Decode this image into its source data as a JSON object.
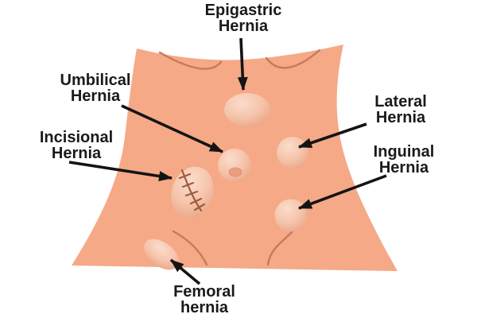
{
  "figure": {
    "colors": {
      "background": "#FFFFFF",
      "skin": "#F5A986",
      "crease": "#C7795C",
      "bumpHi": "#FBDCCB",
      "bumpMid": "#F5C5AC",
      "bumpLow": "#EDAD90",
      "bumpEdge": "#E29478",
      "navel": "#EA9D7F",
      "scar": "#9C5C42",
      "arrow": "#141414",
      "text": "#1A1A1A"
    },
    "labels": [
      {
        "id": "epigastric",
        "line1": "Epigastric",
        "line2": "Hernia"
      },
      {
        "id": "umbilical",
        "line1": "Umbilical",
        "line2": "Hernia"
      },
      {
        "id": "incisional",
        "line1": "Incisional",
        "line2": "Hernia"
      },
      {
        "id": "lateral",
        "line1": "Lateral",
        "line2": "Hernia"
      },
      {
        "id": "inguinal",
        "line1": "Inguinal",
        "line2": "Hernia"
      },
      {
        "id": "femoral",
        "line1": "Femoral",
        "line2": "hernia"
      }
    ]
  }
}
